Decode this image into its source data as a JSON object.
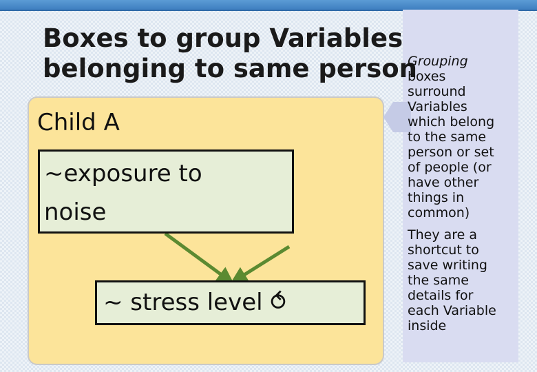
{
  "slide": {
    "title_line1": "Boxes to group Variables",
    "title_line2": "belonging to same person"
  },
  "group": {
    "label": "Child A"
  },
  "variables": {
    "exposure": {
      "line1": "~exposure to",
      "line2": "noise"
    },
    "stress": {
      "label": "~ stress level",
      "icon_glyph": "⥀"
    }
  },
  "callout": {
    "heading": "Grouping",
    "para1_lines": [
      "boxes",
      "surround",
      "Variables",
      "which belong",
      "to the same",
      "person or set",
      "of people (or",
      "have other",
      "things in",
      "common)"
    ],
    "para2_lines": [
      "They are a",
      "shortcut to",
      "save writing",
      "the same",
      "details for",
      "each Variable",
      "inside"
    ]
  },
  "colors": {
    "group_fill": "#fce49a",
    "variable_fill": "#e6eed7",
    "arrow": "#5b8a31",
    "side_panel": "#d9dcf1",
    "top_bar": "#4a8ccb"
  }
}
